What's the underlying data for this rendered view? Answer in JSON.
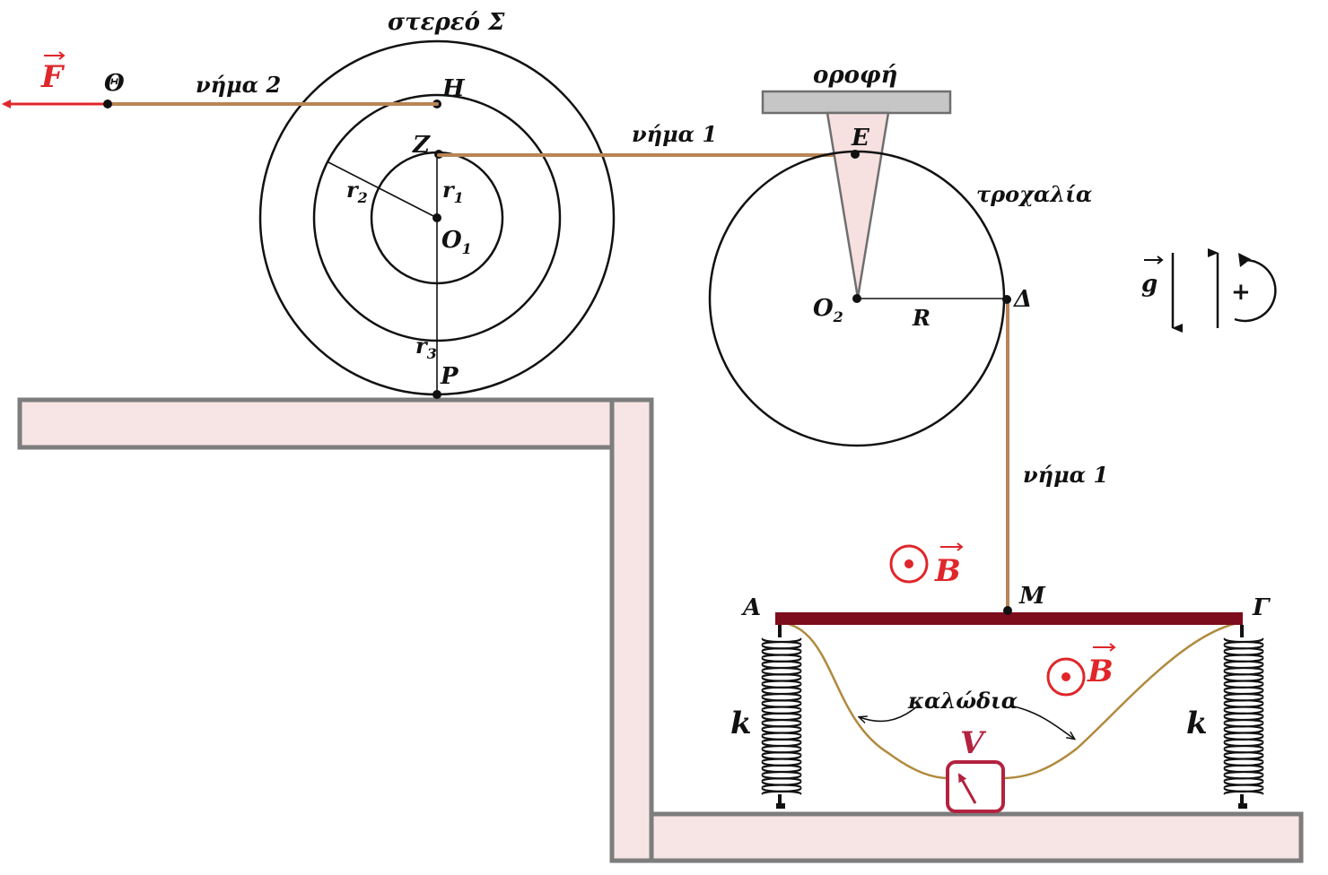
{
  "labels": {
    "solid_title": "στερεό Σ",
    "force": "F",
    "point_theta": "Θ",
    "string2": "νήμα 2",
    "point_h": "Η",
    "point_z": "Ζ",
    "string1_top": "νήμα 1",
    "ceiling": "οροφή",
    "point_e": "Ε",
    "pulley": "τροχαλία",
    "r1": "r",
    "r1_sub": "1",
    "r2": "r",
    "r2_sub": "2",
    "r3": "r",
    "r3_sub": "3",
    "o1": "O",
    "o1_sub": "1",
    "o2": "O",
    "o2_sub": "2",
    "radius_r": "R",
    "point_delta": "Δ",
    "point_p": "Ρ",
    "gravity": "g",
    "plus": "+",
    "string1_side": "νήμα 1",
    "field_b1": "B",
    "field_b2": "B",
    "point_m": "M",
    "point_a": "Α",
    "point_gamma": "Γ",
    "spring_k_left": "k",
    "spring_k_right": "k",
    "wires": "καλώδια",
    "voltmeter": "V"
  },
  "colors": {
    "string": "#b98556",
    "force": "#e0262a",
    "rod": "#7d0c1c",
    "voltmeter": "#b3223f",
    "wire": "#b08a3e",
    "wall_fill": "#f7e4e4",
    "wall_stroke": "#7d7d7d",
    "ceiling_fill": "#c6c6c6"
  }
}
